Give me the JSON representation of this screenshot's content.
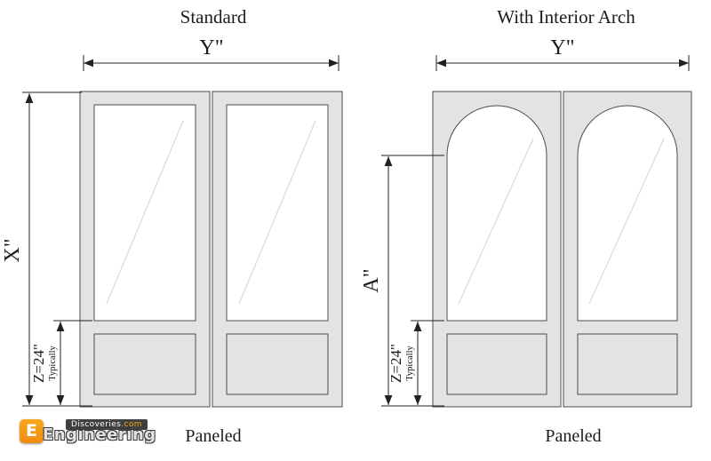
{
  "colors": {
    "background": "#ffffff",
    "line": "#222222",
    "frame_fill": "#e3e3e3",
    "glass_fill": "#ffffff",
    "accent_orange": "#f8a81d",
    "badge_dark": "#3f3f3f"
  },
  "left_diagram": {
    "title": "Standard",
    "width_label": "Y\"",
    "height_label": "X\"",
    "panel_height_label": "Z=24\"",
    "panel_height_note": "Typically",
    "caption": "Paneled"
  },
  "right_diagram": {
    "title": "With Interior Arch",
    "width_label": "Y\"",
    "height_label": "A\"",
    "panel_height_label": "Z=24\"",
    "panel_height_note": "Typically",
    "caption": "Paneled"
  },
  "watermark": {
    "logo_letter": "E",
    "line1": "Discoveries",
    "line1_suffix": ".com",
    "line2": "Engineering"
  }
}
